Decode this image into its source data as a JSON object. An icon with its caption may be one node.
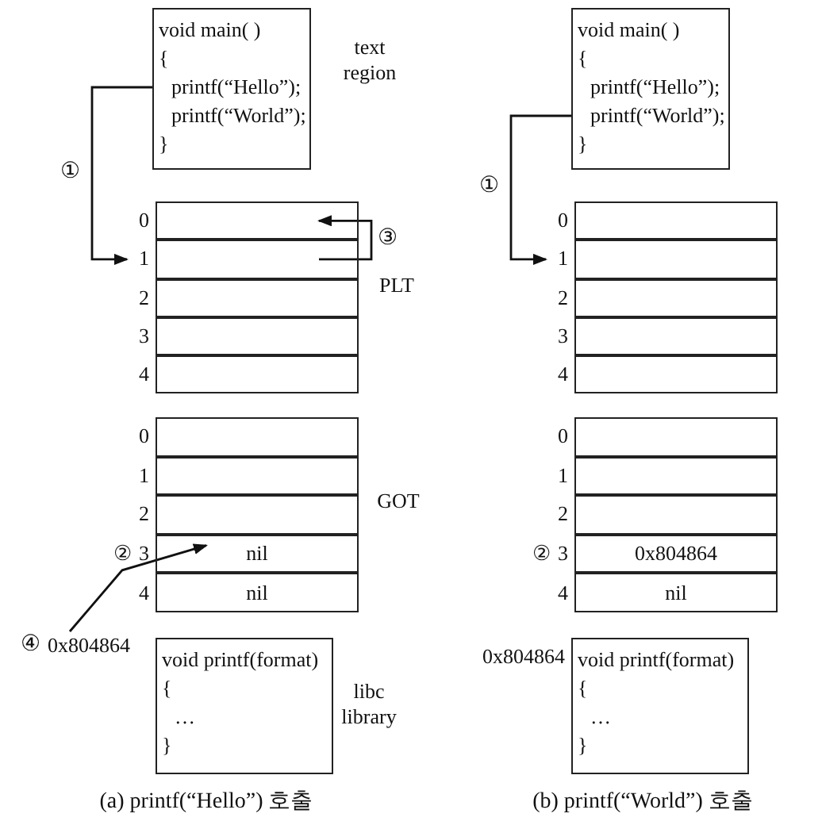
{
  "diagram": {
    "nodes": [
      {
        "text": [
          "void main( )",
          "{",
          "printf(“Hello”);",
          "printf(“World”);",
          "}"
        ]
      },
      {
        "text": [],
        "shape": "box",
        "beside": [
          "0"
        ]
      },
      {
        "text": [],
        "shape": "box",
        "beside": [
          "1"
        ]
      },
      {
        "text": [],
        "shape": "box",
        "beside": [
          "2"
        ]
      },
      {
        "text": [],
        "shape": "box",
        "beside": [
          "3"
        ]
      },
      {
        "text": [],
        "shape": "box",
        "beside": [
          "4"
        ]
      },
      {
        "text": [],
        "shape": "box",
        "beside": [
          "0"
        ]
      },
      {
        "text": [],
        "shape": "box",
        "beside": [
          "1"
        ]
      },
      {
        "text": [],
        "shape": "box",
        "beside": [
          "2"
        ]
      },
      {
        "text": [
          "nil"
        ],
        "beside": [
          "②",
          "3"
        ]
      },
      {
        "text": [
          "nil"
        ],
        "beside": [
          "4"
        ]
      },
      {
        "text": [
          "0x804864"
        ]
      },
      {
        "text": [
          "void printf(format)",
          "{",
          "…",
          "}"
        ]
      },
      {
        "text": [
          "void main( )",
          "{",
          "printf(“Hello”);",
          "printf(“World”);",
          "}"
        ]
      },
      {
        "text": [],
        "shape": "box",
        "beside": [
          "0"
        ]
      },
      {
        "text": [],
        "shape": "box",
        "beside": [
          "1"
        ]
      },
      {
        "text": [],
        "shape": "box",
        "beside": [
          "2"
        ]
      },
      {
        "text": [],
        "shape": "box",
        "beside": [
          "3"
        ]
      },
      {
        "text": [],
        "shape": "box",
        "beside": [
          "4"
        ]
      },
      {
        "text": [],
        "shape": "box",
        "beside": [
          "0"
        ]
      },
      {
        "text": [],
        "shape": "box",
        "beside": [
          "1"
        ]
      },
      {
        "text": [],
        "shape": "box",
        "beside": [
          "2"
        ]
      },
      {
        "text": [
          "0x804864"
        ],
        "beside": [
          "②",
          "3"
        ]
      },
      {
        "text": [
          "nil"
        ],
        "beside": [
          "4"
        ]
      },
      {
        "text": [
          "void printf(format)",
          "{",
          "…",
          "}"
        ],
        "beside": [
          "0x804864"
        ]
      }
    ],
    "edges": [
      {
        "from": 0,
        "to": 2,
        "arrow": "to",
        "label": "①"
      },
      {
        "from": 2,
        "to": 1,
        "arrow": "to",
        "label": "③"
      },
      {
        "from": 11,
        "to": 9,
        "arrow": "to",
        "label": "④"
      },
      {
        "from": 13,
        "to": 15,
        "arrow": "to",
        "label": "①"
      }
    ],
    "labels": [
      "text region",
      "PLT",
      "GOT",
      "libc library",
      "(a) printf(“Hello”) 호출",
      "(b) printf(“World”) 호출"
    ]
  }
}
